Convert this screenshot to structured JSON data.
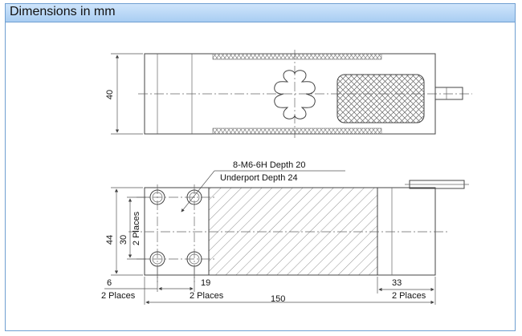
{
  "header": {
    "title": "Dimensions in mm"
  },
  "top_view": {
    "height_dim": "40"
  },
  "front_view": {
    "thread_note": "8-M6-6H Depth 20",
    "underport_note": "Underport Depth 24",
    "height_dim": "44",
    "hole_pitch_vertical": "30",
    "hole_pitch_vertical_note": "2 Places",
    "edge_offset": "6",
    "edge_offset_note": "2 Places",
    "hole_pitch_horizontal": "19",
    "hole_pitch_horizontal_note": "2 Places",
    "end_offset": "33",
    "end_offset_note": "2 Places",
    "overall_length": "150"
  }
}
